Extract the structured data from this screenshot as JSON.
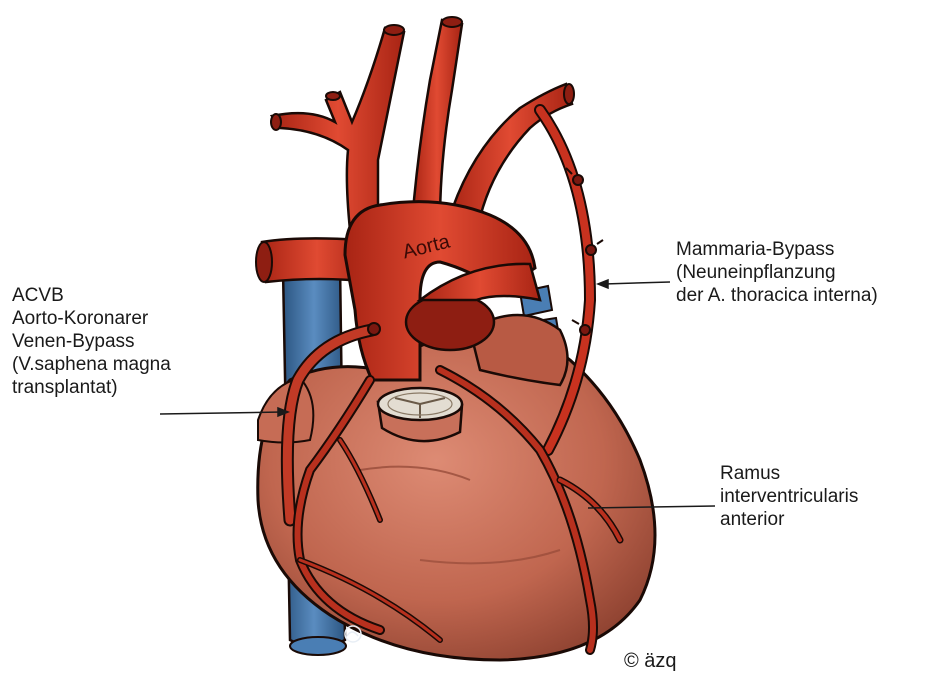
{
  "labels": {
    "aorta": "Aorta",
    "acvb": "ACVB\nAorto-Koronarer\nVenen-Bypass\n(V.saphena magna\ntransplantat)",
    "mammaria": "Mammaria-Bypass\n(Neuneinpflanzung\nder A. thoracica interna)",
    "ramus": "Ramus\ninterventricularis\nanterior"
  },
  "copyright": "© äzq",
  "colors": {
    "artery": "#c8321f",
    "artery_dark": "#7a1810",
    "vein": "#3f74a8",
    "vein_dark": "#1f3f63",
    "heart": "#c8705a",
    "heart_dark": "#7e3a2a",
    "outline": "#1a0a06"
  }
}
